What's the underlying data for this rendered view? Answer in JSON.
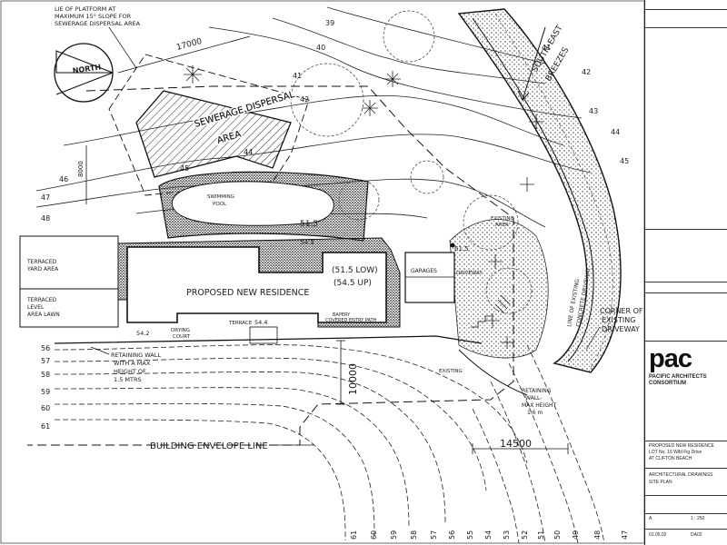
{
  "sheet": {
    "notes": {
      "platform_slope": [
        "LIE OF PLATFORM AT",
        "MAXIMUM 15° SLOPE FOR",
        "SEWERAGE DISPERSAL AREA"
      ],
      "north": "NORTH",
      "sewerage": [
        "SEWERAGE DISPERSAL",
        "AREA"
      ],
      "south_east": [
        "SOUTH-EAST",
        "BREEZES"
      ],
      "swimming_pool": [
        "SWIMMING",
        "POOL"
      ],
      "residence": "PROPOSED NEW RESIDENCE",
      "levels": [
        "(51.5 LOW)",
        "(54.5 UP)"
      ],
      "garages": "GARAGES",
      "driveway": "DRIVEWAY",
      "existing_area": [
        "EXISTING",
        "AREA"
      ],
      "terrace": "TERRACE",
      "drying_court": [
        "DRYING",
        "COURT"
      ],
      "entry_path": [
        "BAPERY",
        "COVERED  ENTRY PATH"
      ],
      "terraced_yard": [
        "TERRACED",
        "YARD AREA"
      ],
      "terraced_lawn": [
        "TERRACED",
        "LEVEL",
        "AREA       LAWN"
      ],
      "retaining_wall": [
        "RETAINING WALL",
        "WITH A MAX",
        "HEIGHT OF",
        "1.5 MTRS"
      ],
      "retaining_wall_2": [
        "RETAINING",
        "WALL-",
        "MAX HEIGHT",
        "1.6 m"
      ],
      "existing_concrete": [
        "LINE OF EXISTING",
        "CONCRETE DRIVEWAY"
      ],
      "corner": [
        "CORNER OF",
        "EXISTING",
        "DRIVEWAY"
      ],
      "building_envelope": "BUILDING ENVELOPE LINE",
      "dim_17000": "17000",
      "dim_10000": "10000",
      "dim_14500": "14500",
      "dim_8000": "8000",
      "lvl_54_3": "54.3",
      "lvl_54_4": "54.4",
      "lvl_54_2": "54.2",
      "lvl_51_5": "51.5",
      "lvl_61_5": "61.5"
    },
    "contours_left": [
      "46",
      "47",
      "48",
      "56",
      "57",
      "58",
      "59",
      "60",
      "61"
    ],
    "contours_top": [
      "39",
      "40",
      "41",
      "42",
      "44",
      "45"
    ],
    "contours_right": [
      "41",
      "42",
      "43",
      "44",
      "45"
    ],
    "contours_bottom": [
      "61",
      "60",
      "59",
      "58",
      "57",
      "56",
      "55",
      "54",
      "53",
      "52",
      "51",
      "50",
      "49",
      "48",
      "47"
    ]
  },
  "title_block": {
    "logo": "pac",
    "firm": [
      "PACIFIC ARCHITECTS",
      "CONSORTIUM"
    ],
    "project": [
      "PROPOSED NEW RESIDENCE",
      "LOT  No. 16  Wild Fig Drive",
      "AT  CLIFTON BEACH"
    ],
    "drawing": [
      "ARCHITECTURAL DRAWINGS",
      "SITE PLAN"
    ],
    "scale": "1 : 250",
    "date": "01.05.02",
    "sheet_no": "DA02",
    "rev": "A"
  }
}
